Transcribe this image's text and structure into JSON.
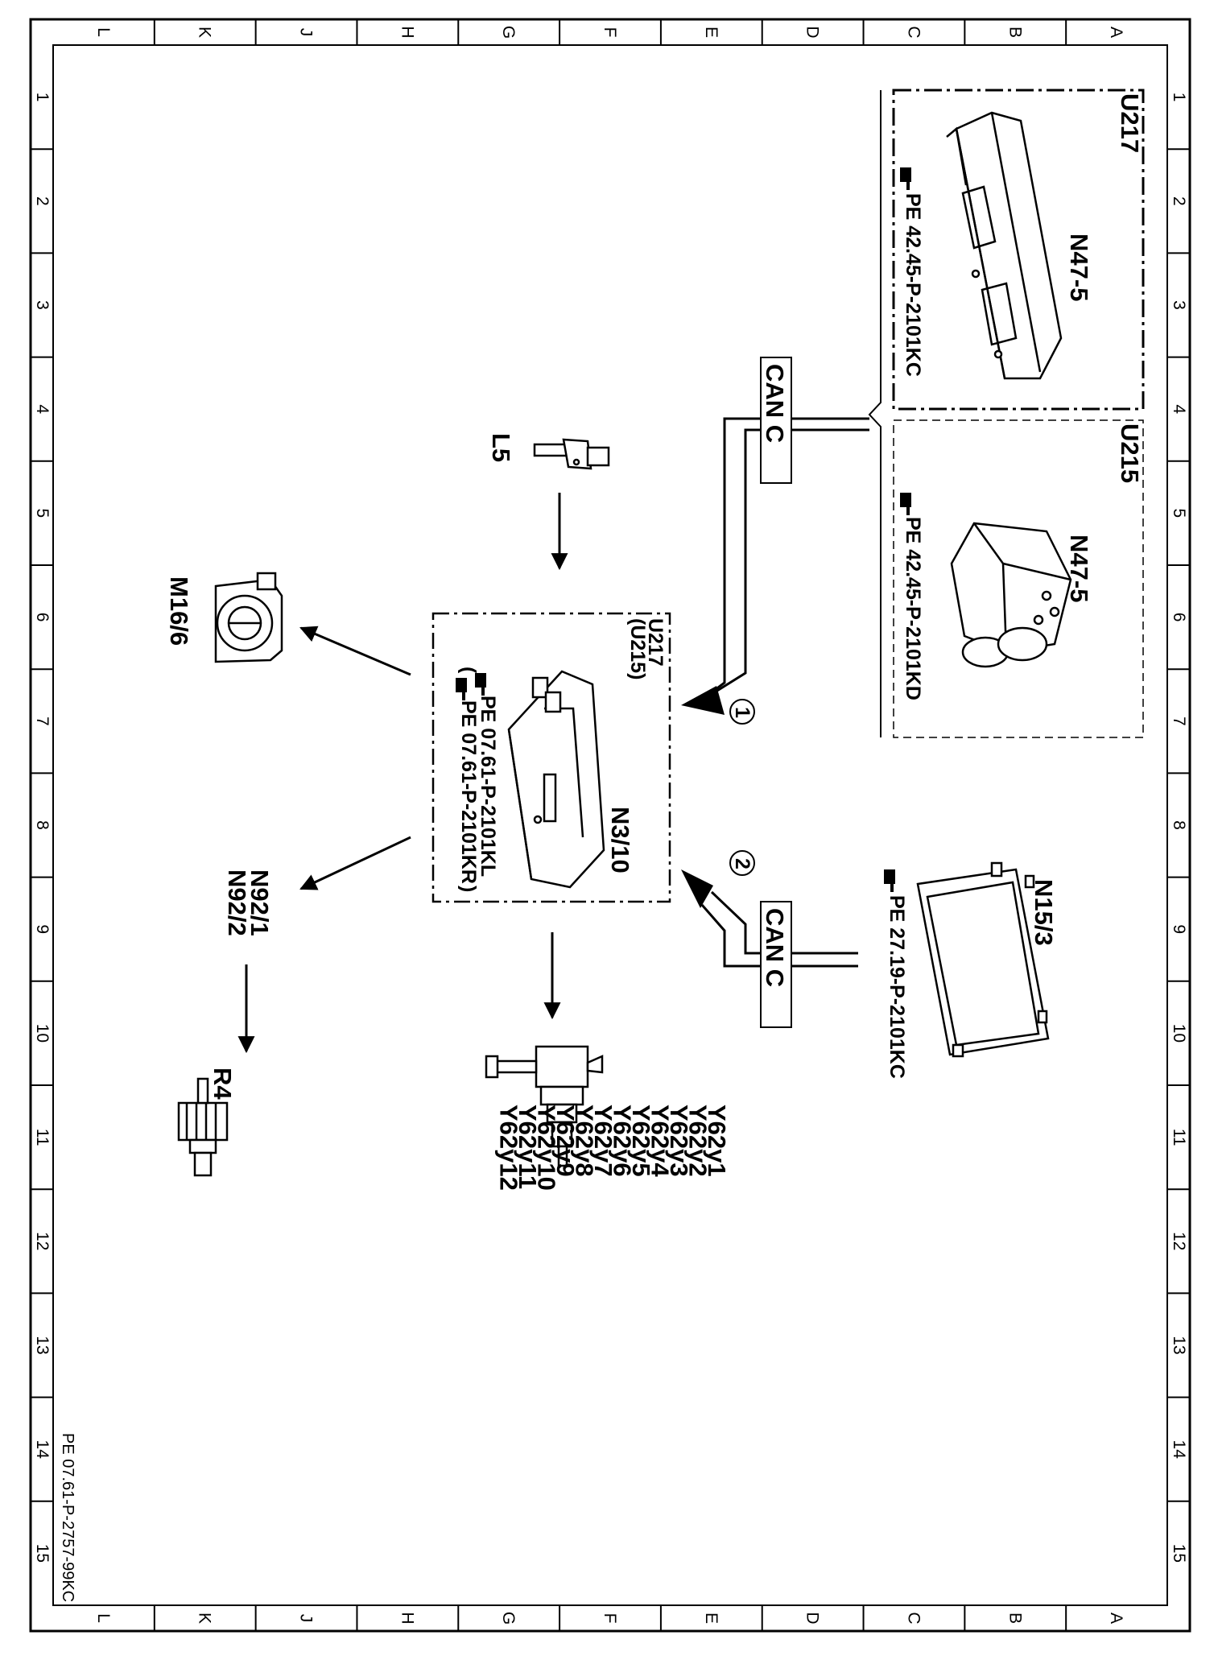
{
  "sheet": {
    "column_letters": [
      "L",
      "K",
      "J",
      "H",
      "G",
      "F",
      "E",
      "D",
      "C",
      "B",
      "A"
    ],
    "row_numbers": [
      "1",
      "2",
      "3",
      "4",
      "5",
      "6",
      "7",
      "8",
      "9",
      "10",
      "11",
      "12",
      "13",
      "14",
      "15"
    ],
    "footer_code": "PE 07.61-P-2757-99KC"
  },
  "components": {
    "n47_u217": {
      "variant": "U217",
      "code": "N47-5",
      "ref_icon": "hand-pointer-icon",
      "ref": "PE 42.45-P-2101KC"
    },
    "n47_u215": {
      "variant": "U215",
      "code": "N47-5",
      "ref_icon": "hand-pointer-icon",
      "ref": "PE 42.45-P-2101KD"
    },
    "n15_3": {
      "code": "N15/3",
      "ref_icon": "hand-pointer-icon",
      "ref": "PE 27.19-P-2101KC"
    },
    "n3_10": {
      "variant_a": "U217",
      "variant_b": "(U215)",
      "code": "N3/10",
      "ref_icon": "hand-pointer-icon",
      "ref_a": "PE  07.61-P-2101KL",
      "ref_b": "PE  07.61-P-2101KR"
    },
    "l5": {
      "code": "L5"
    },
    "m16_6": {
      "code": "M16/6"
    },
    "n92": {
      "codes": [
        "N92/1",
        "N92/2"
      ]
    },
    "r4": {
      "code": "R4"
    },
    "y62": {
      "codes": [
        "Y62y1",
        "Y62y2",
        "Y62y3",
        "Y62y4",
        "Y62y5",
        "Y62y6",
        "Y62y7",
        "Y62y8",
        "Y62y9",
        "Y62y10",
        "Y62y11",
        "Y62y12"
      ]
    }
  },
  "connections": {
    "can_top": {
      "label": "CAN C",
      "marker": "1"
    },
    "can_bottom": {
      "label": "CAN C",
      "marker": "2"
    }
  }
}
